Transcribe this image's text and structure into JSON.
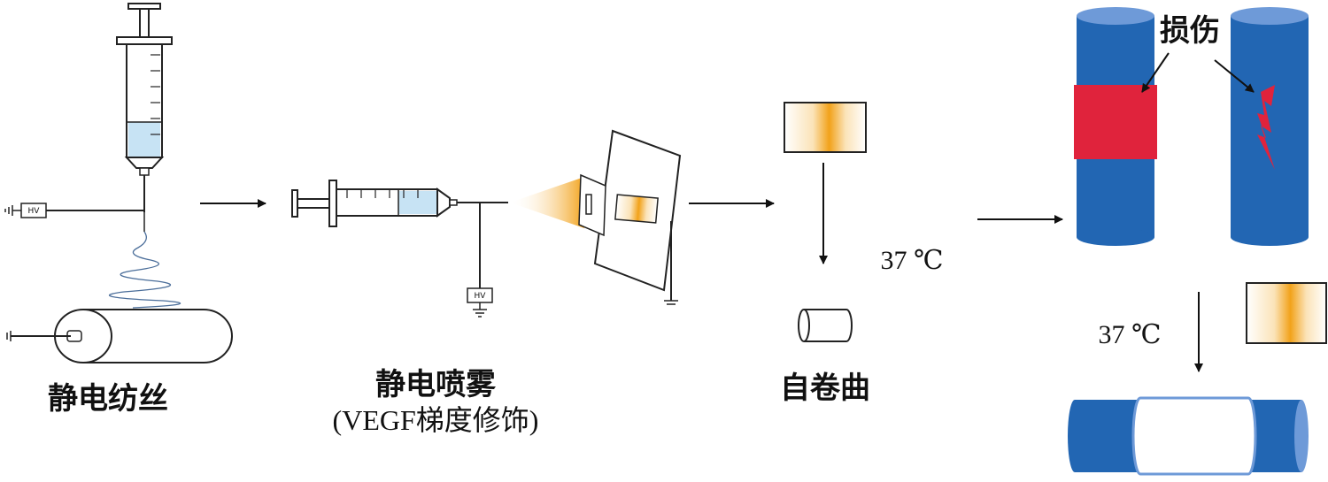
{
  "diagram": {
    "type": "process-flow",
    "steps": [
      {
        "id": "electrospinning",
        "label": "静电纺丝"
      },
      {
        "id": "electrospray",
        "label": "静电喷雾",
        "sublabel": "(VEGF梯度修饰)"
      },
      {
        "id": "self-rolling",
        "label": "自卷曲",
        "condition": "37 ℃"
      },
      {
        "id": "injury",
        "label": "损伤"
      },
      {
        "id": "wrap",
        "condition": "37 ℃"
      }
    ],
    "hv_label": "HV",
    "colors": {
      "vessel_blue": "#2266b3",
      "vessel_blue_light": "#6e9ad8",
      "injury_red": "#e0233c",
      "vegf_orange": "#f2a21a",
      "liquid": "#c7e3f4"
    }
  }
}
